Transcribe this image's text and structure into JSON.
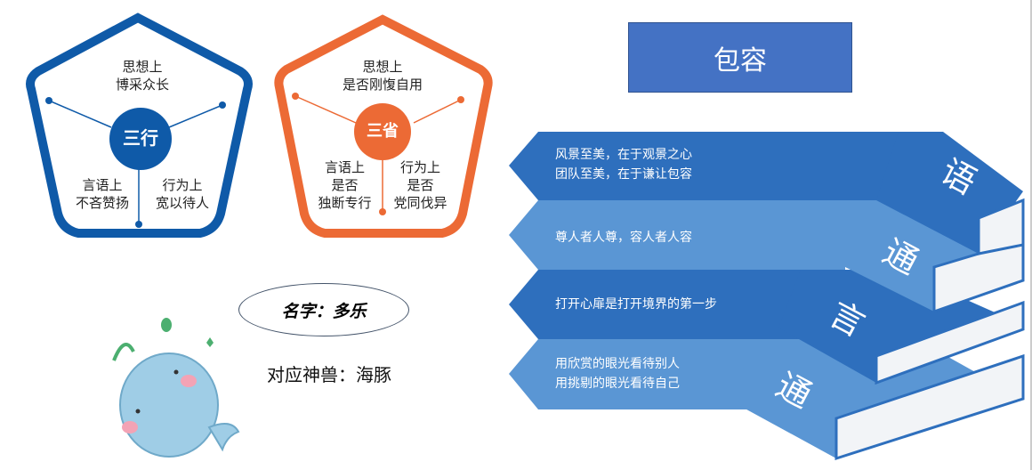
{
  "title": "包容",
  "left_diagram": {
    "center": "三行",
    "top": [
      "思想上",
      "博采众长"
    ],
    "bottom_left": [
      "言语上",
      "不吝赞扬"
    ],
    "bottom_right": [
      "行为上",
      "宽以待人"
    ],
    "color": "#0f5aa8"
  },
  "right_diagram": {
    "center": "三省",
    "top": [
      "思想上",
      "是否刚愎自用"
    ],
    "bottom_left": [
      "言语上",
      "是否",
      "独断专行"
    ],
    "bottom_right": [
      "行为上",
      "是否",
      "党同伐异"
    ],
    "color": "#ec6a35"
  },
  "name_label": "名字：多乐",
  "animal_label": "对应神兽：海豚",
  "bands": [
    {
      "lines": [
        "风景至美，在于观景之心",
        "团队至美，在于谦让包容"
      ]
    },
    {
      "lines": [
        "尊人者人尊，容人者人容"
      ]
    },
    {
      "lines": [
        "打开心扉是打开境界的第一步"
      ]
    },
    {
      "lines": [
        "用欣赏的眼光看待别人",
        "用挑剔的眼光看待自己"
      ]
    }
  ],
  "book_spines": [
    "语",
    "通",
    "言",
    "通"
  ]
}
